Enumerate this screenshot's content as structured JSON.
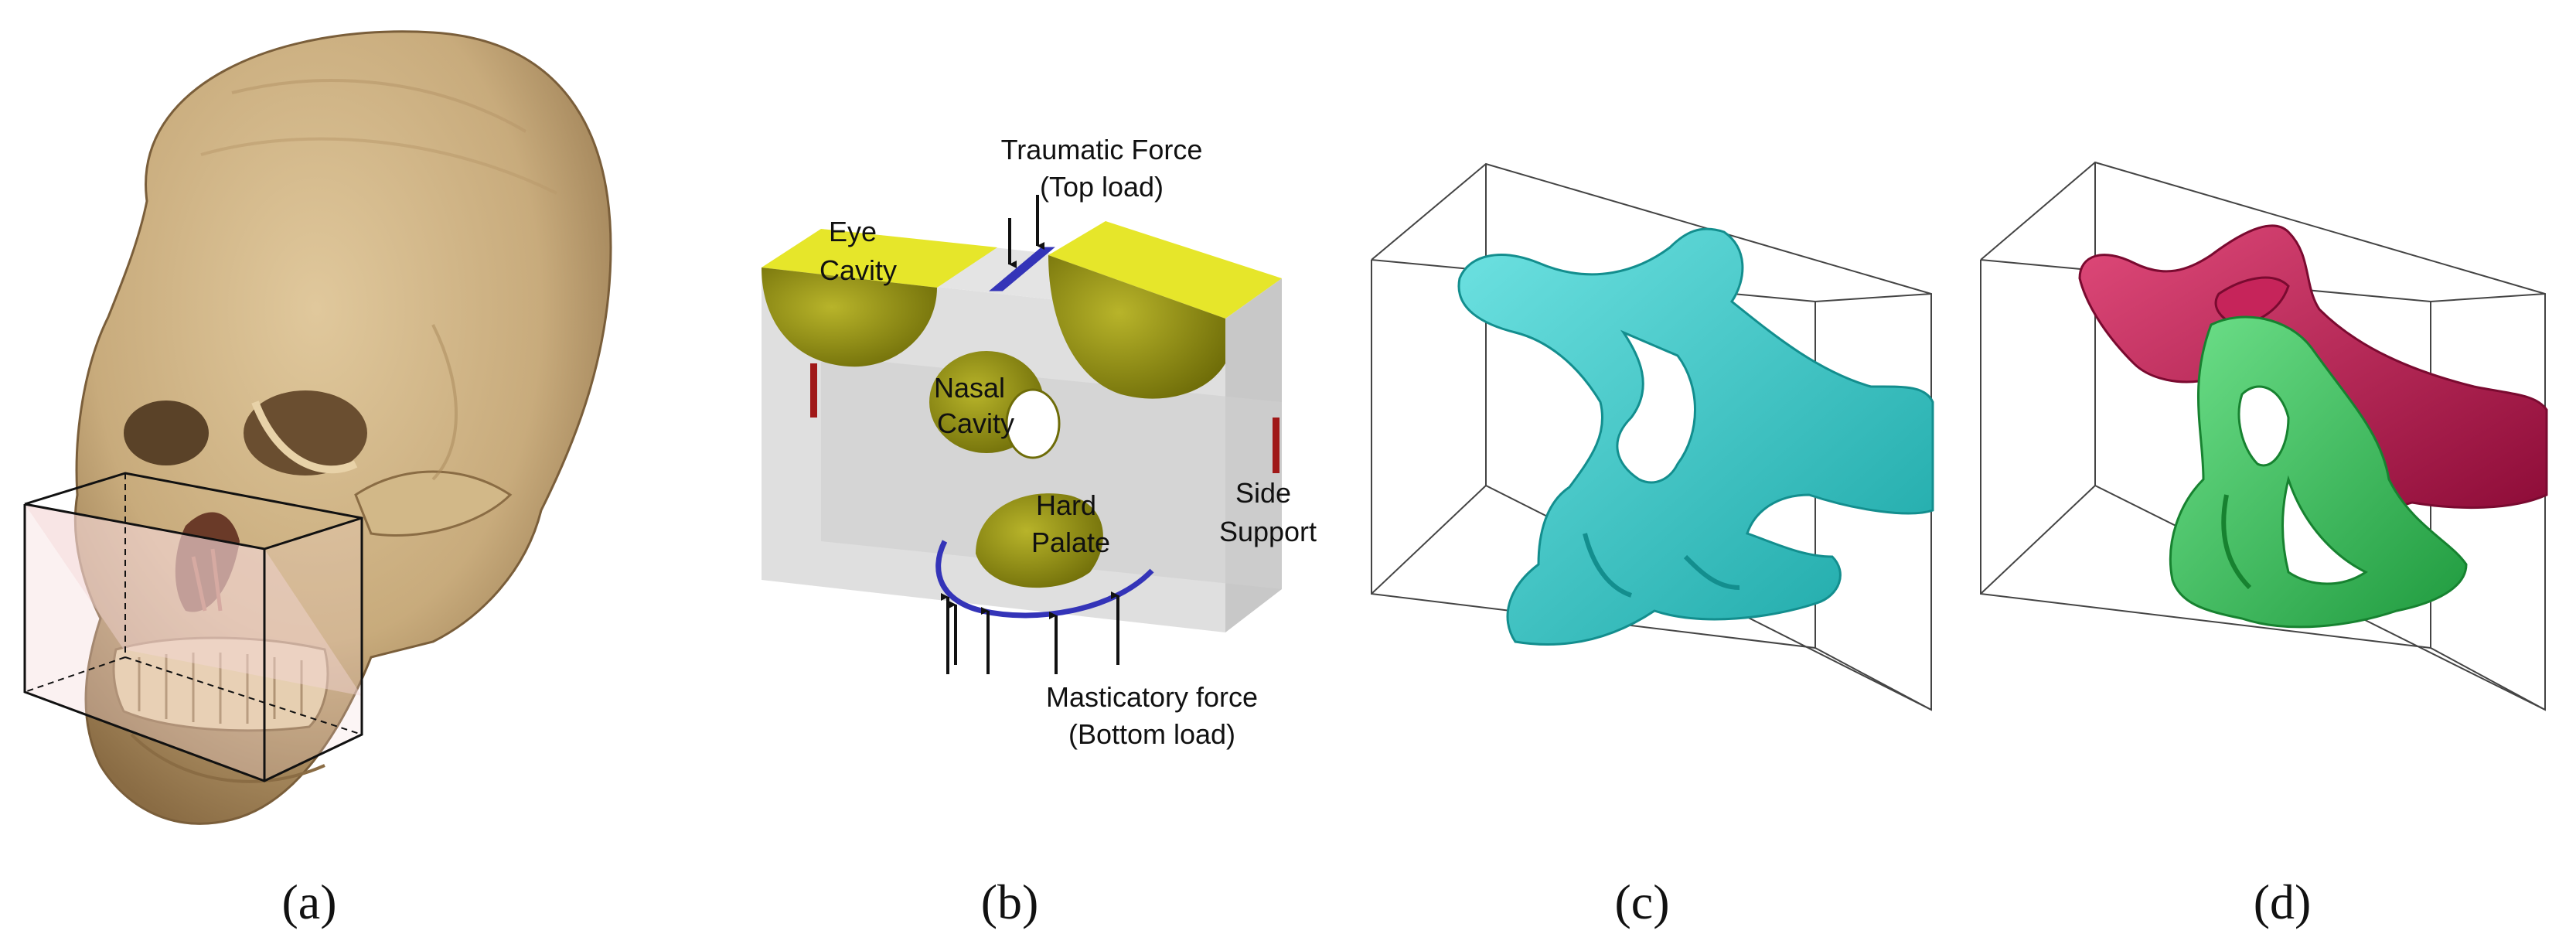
{
  "panels": {
    "a": {
      "caption": "(a)"
    },
    "b": {
      "caption": "(b)",
      "labels": {
        "traumatic_force": "Traumatic Force",
        "top_load": "(Top load)",
        "eye": "Eye",
        "cavity": "Cavity",
        "nasal": "Nasal",
        "nasal_cavity": "Cavity",
        "hard": "Hard",
        "palate": "Palate",
        "side": "Side",
        "support": "Support",
        "masticatory_force": "Masticatory force",
        "bottom_load": "(Bottom load)"
      }
    },
    "c": {
      "caption": "(c)"
    },
    "d": {
      "caption": "(d)"
    }
  },
  "colors": {
    "bone": "#c8ab7c",
    "eye_cavity": "#e6e62a",
    "cavity_olive": "#8c8a10",
    "load_blue": "#3434b8",
    "support_red": "#a01818",
    "structure_cyan": "#2ec4c4",
    "structure_crimson": "#b8124a",
    "structure_green": "#34c45a"
  }
}
